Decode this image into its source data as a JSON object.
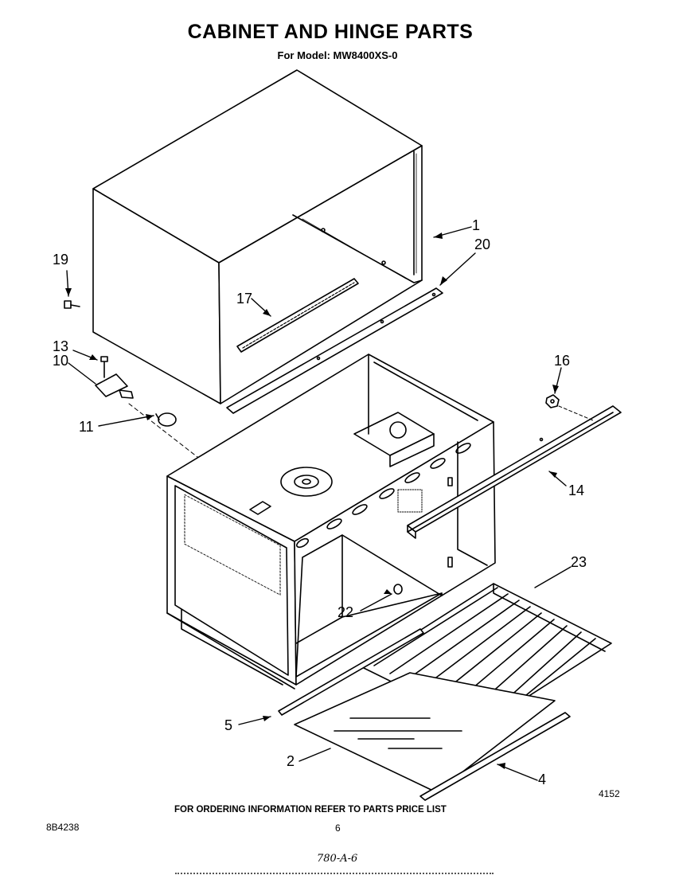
{
  "header": {
    "title": "CABINET AND HINGE PARTS",
    "model": "For Model: MW8400XS-0"
  },
  "callouts": {
    "c1": "1",
    "c2": "2",
    "c4": "4",
    "c5": "5",
    "c10": "10",
    "c11": "11",
    "c13": "13",
    "c14": "14",
    "c16": "16",
    "c17": "17",
    "c19": "19",
    "c20": "20",
    "c22": "22",
    "c23": "23"
  },
  "figure_number": "4152",
  "footer": {
    "ordering_note": "FOR ORDERING INFORMATION REFER TO PARTS PRICE LIST",
    "doc_number": "8B4238",
    "page_number": "6",
    "handwritten": "780-A-6"
  }
}
